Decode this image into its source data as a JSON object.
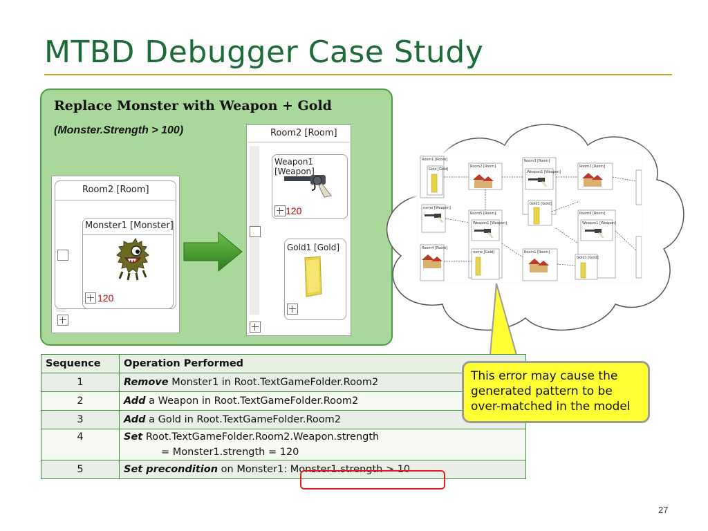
{
  "title": "MTBD Debugger Case Study",
  "panel": {
    "heading": "Replace Monster with Weapon + Gold",
    "condition": "(Monster.Strength > 100)",
    "left_window": {
      "room_label": "Room2 [Room]",
      "monster_label": "Monster1 [Monster]",
      "value": "120"
    },
    "right_window": {
      "room_label": "Room2 [Room]",
      "weapon_label": "Weapon1 [Weapon]",
      "weapon_value": "120",
      "gold_label": "Gold1 [Gold]"
    }
  },
  "table": {
    "headers": [
      "Sequence",
      "Operation Performed"
    ],
    "rows": [
      {
        "seq": "1",
        "op": "Remove",
        "text": " Monster1 in Root.TextGameFolder.Room2"
      },
      {
        "seq": "2",
        "op": "Add",
        "text": " a Weapon in Root.TextGameFolder.Room2"
      },
      {
        "seq": "3",
        "op": "Add",
        "text": " a Gold in Root.TextGameFolder.Room2"
      },
      {
        "seq": "4",
        "op": "Set",
        "text": " Root.TextGameFolder.Room2.Weapon.strength",
        "text2": "= Monster1.strength = 120"
      },
      {
        "seq": "5",
        "op": "Set precondition",
        "text": " on Monster1: Monster1.strength > 10"
      }
    ]
  },
  "callout": "This error may cause the generated pattern to be over-matched in the model",
  "page_number": "27",
  "colors": {
    "title": "#1e6b3a",
    "panel_bg": "#a9d99a",
    "callout_bg": "#ffff33",
    "highlight": "#e02020"
  },
  "icons": [
    "monster-icon",
    "revolver-icon",
    "gold-bar-icon",
    "house-icon",
    "right-arrow-icon",
    "cloud-icon"
  ]
}
